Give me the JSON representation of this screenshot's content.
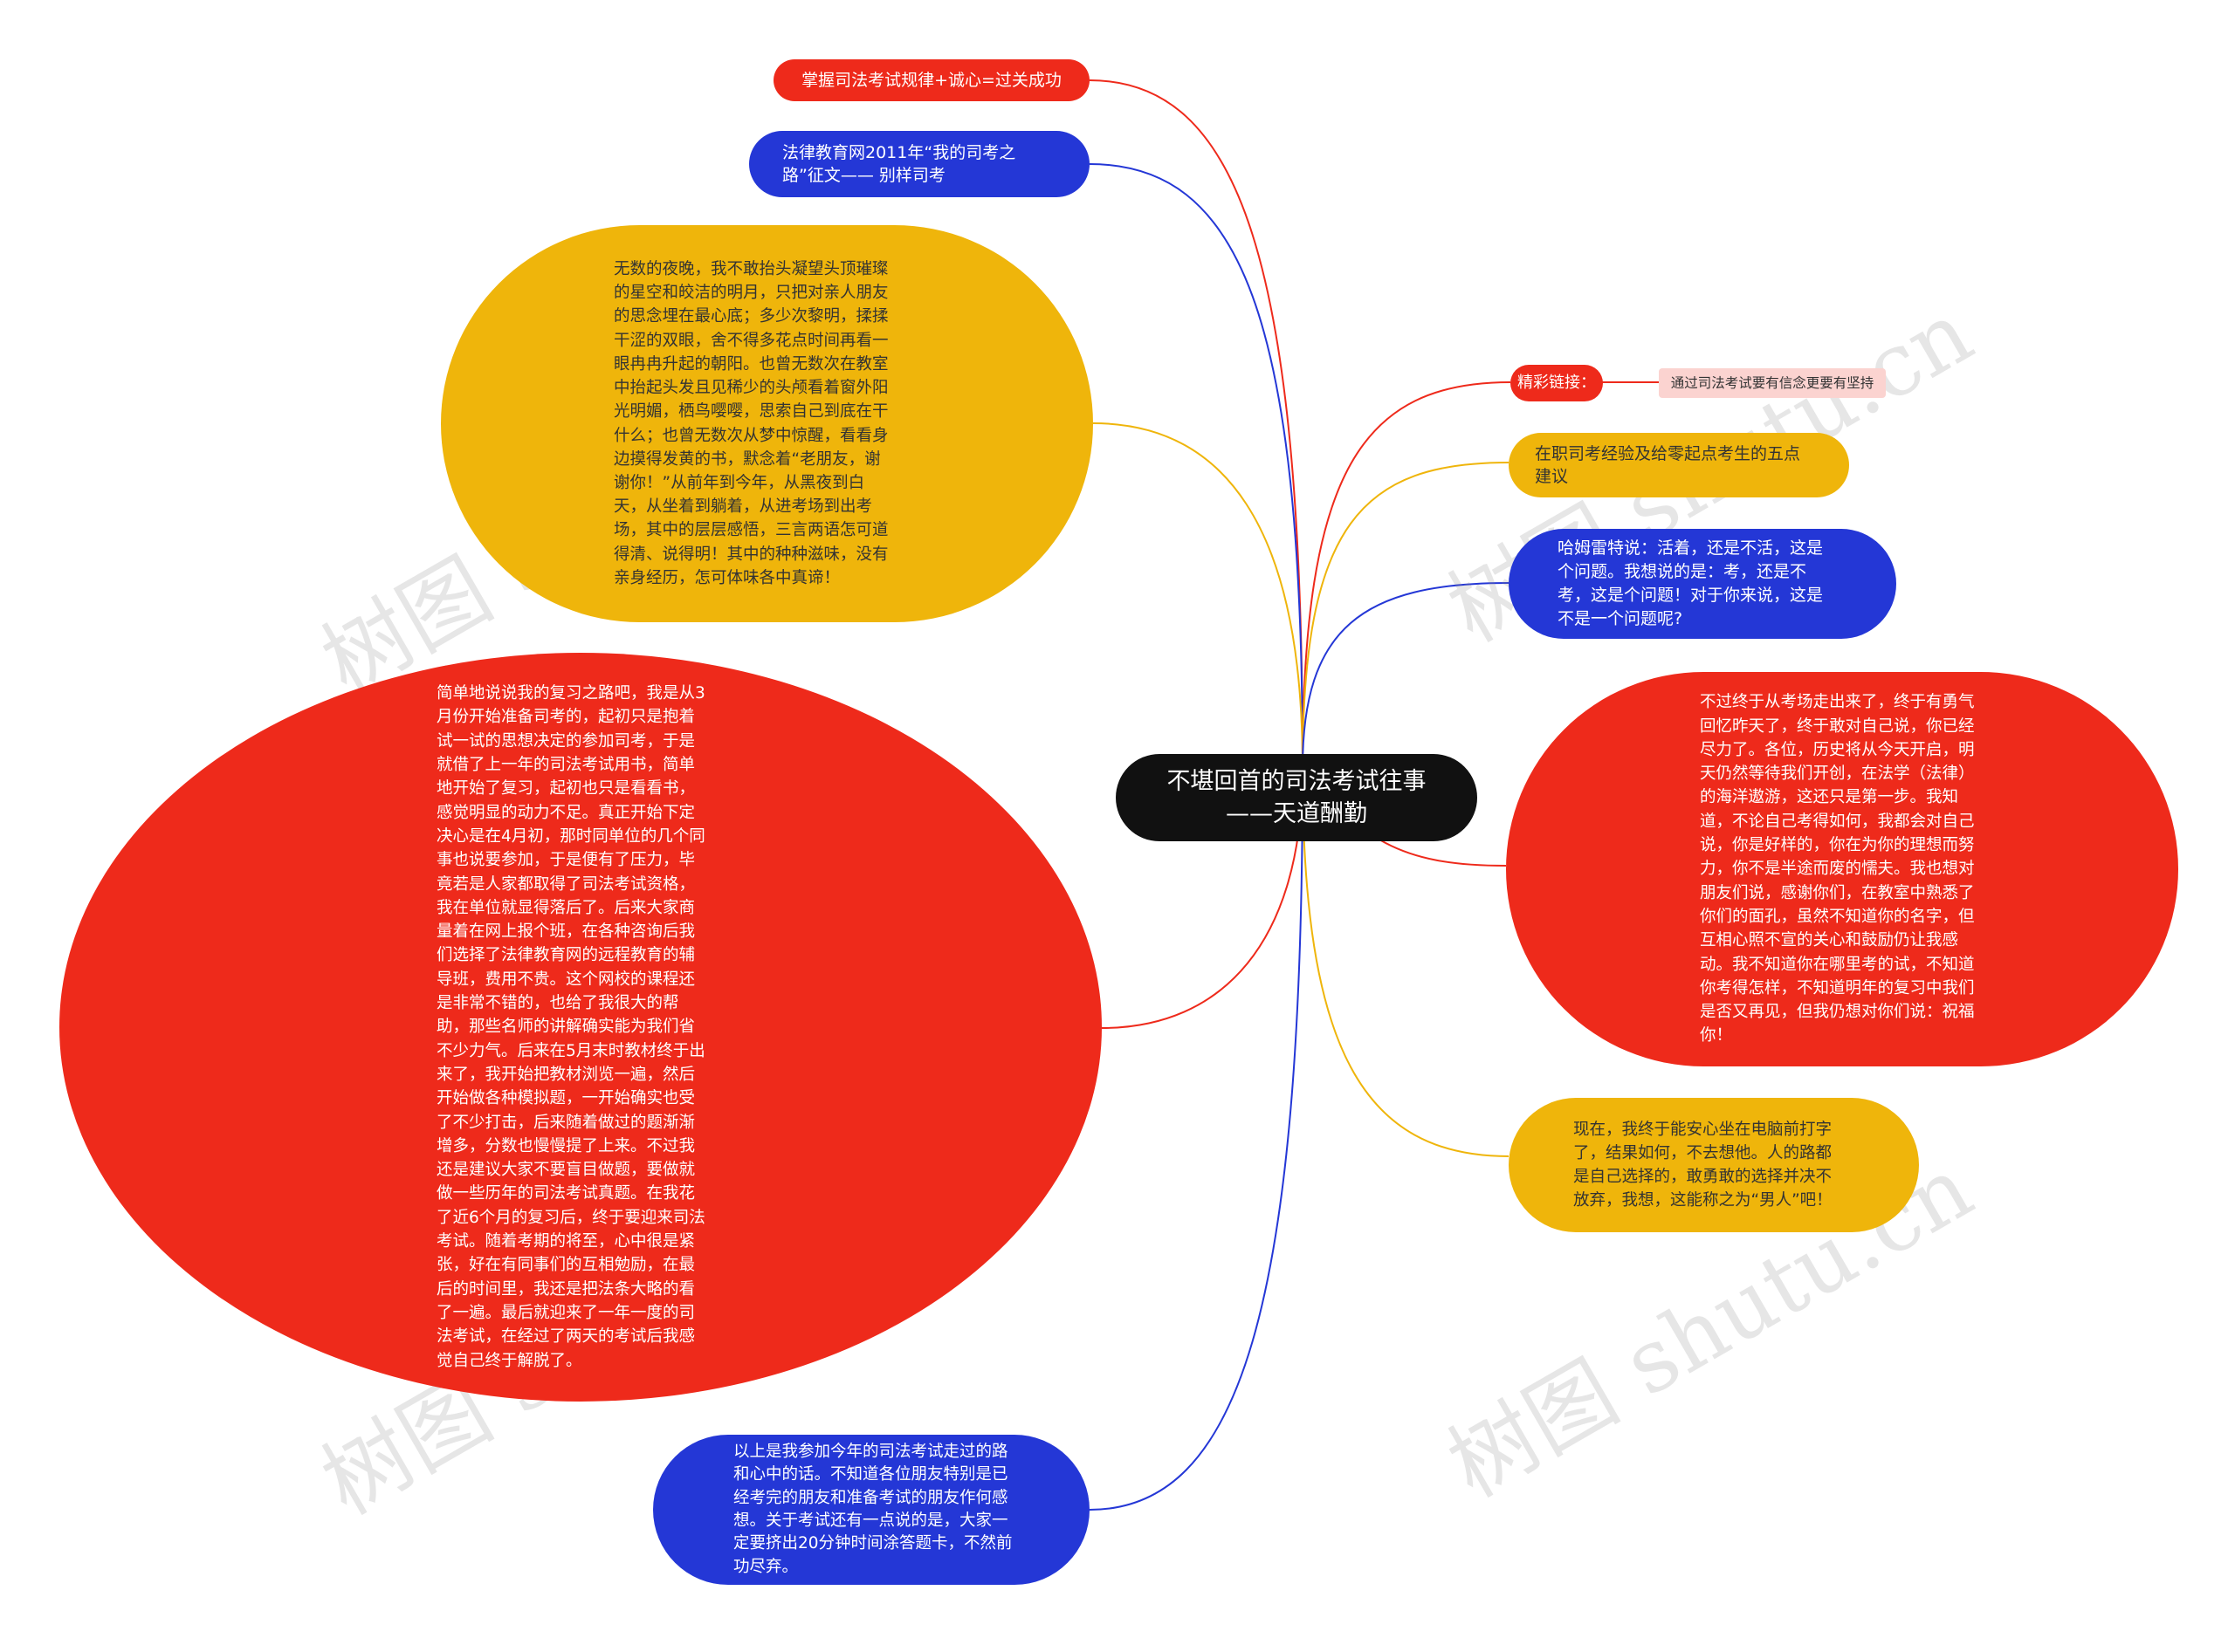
{
  "colors": {
    "red": "#ee2a1b",
    "blue": "#2437d6",
    "yellow": "#efb50b",
    "black": "#111111",
    "pink": "#fbd3d0"
  },
  "center": {
    "text": "不堪回首的司法考试往事——天道酬勤"
  },
  "left": {
    "n1": "掌握司法考试规律+诚心=过关成功",
    "n2": "法律教育网2011年“我的司考之路”征文—— 别样司考",
    "n3": "无数的夜晚，我不敢抬头凝望头顶璀璨的星空和皎洁的明月，只把对亲人朋友的思念埋在最心底；多少次黎明，揉揉干涩的双眼，舍不得多花点时间再看一眼冉冉升起的朝阳。也曾无数次在教室中抬起头发且见稀少的头颅看着窗外阳光明媚，栖鸟嘤嘤，思索自己到底在干什么；也曾无数次从梦中惊醒，看看身边摸得发黄的书，默念着“老朋友，谢谢你！”从前年到今年，从黑夜到白天，从坐着到躺着，从进考场到出考场，其中的层层感悟，三言两语怎可道得清、说得明！其中的种种滋味，没有亲身经历，怎可体味各中真谛！",
    "n4": "简单地说说我的复习之路吧，我是从3月份开始准备司考的，起初只是抱着试一试的思想决定的参加司考，于是就借了上一年的司法考试用书，简单地开始了复习，起初也只是看看书，感觉明显的动力不足。真正开始下定决心是在4月初，那时同单位的几个同事也说要参加，于是便有了压力，毕竟若是人家都取得了司法考试资格，我在单位就显得落后了。后来大家商量着在网上报个班，在各种咨询后我们选择了法律教育网的远程教育的辅导班，费用不贵。这个网校的课程还是非常不错的，也给了我很大的帮助，那些名师的讲解确实能为我们省不少力气。后来在5月末时教材终于出来了，我开始把教材浏览一遍，然后开始做各种模拟题，一开始确实也受了不少打击，后来随着做过的题渐渐增多，分数也慢慢提了上来。不过我还是建议大家不要盲目做题，要做就做一些历年的司法考试真题。在我花了近6个月的复习后，终于要迎来司法考试。随着考期的将至，心中很是紧张，好在有同事们的互相勉励，在最后的时间里，我还是把法条大略的看了一遍。最后就迎来了一年一度的司法考试，在经过了两天的考试后我感觉自己终于解脱了。",
    "n5": "以上是我参加今年的司法考试走过的路和心中的话。不知道各位朋友特别是已经考完的朋友和准备考试的朋友作何感想。关于考试还有一点说的是，大家一定要挤出20分钟时间涂答题卡，不然前功尽弃。"
  },
  "right": {
    "r1": "精彩链接：",
    "r1child": "通过司法考试要有信念更要有坚持",
    "r2": "在职司考经验及给零起点考生的五点建议",
    "r3": "哈姆雷特说：活着，还是不活，这是个问题。我想说的是：考，还是不考，这是个问题！对于你来说，这是不是一个问题呢?",
    "r4": "不过终于从考场走出来了，终于有勇气回忆昨天了，终于敢对自己说，你已经尽力了。各位，历史将从今天开启，明天仍然等待我们开创，在法学（法律）的海洋遨游，这还只是第一步。我知道，不论自己考得如何，我都会对自己说，你是好样的，你在为你的理想而努力，你不是半途而废的懦夫。我也想对朋友们说，感谢你们，在教室中熟悉了你们的面孔，虽然不知道你的名字，但互相心照不宣的关心和鼓励仍让我感动。我不知道你在哪里考的试，不知道你考得怎样，不知道明年的复习中我们是否又再见，但我仍想对你们说：祝福你！",
    "r5": "现在，我终于能安心坐在电脑前打字了，结果如何，不去想他。人的路都是自己选择的，敢勇敢的选择并决不放弃，我想，这能称之为“男人”吧！"
  },
  "watermark": "树图 shutu.cn"
}
